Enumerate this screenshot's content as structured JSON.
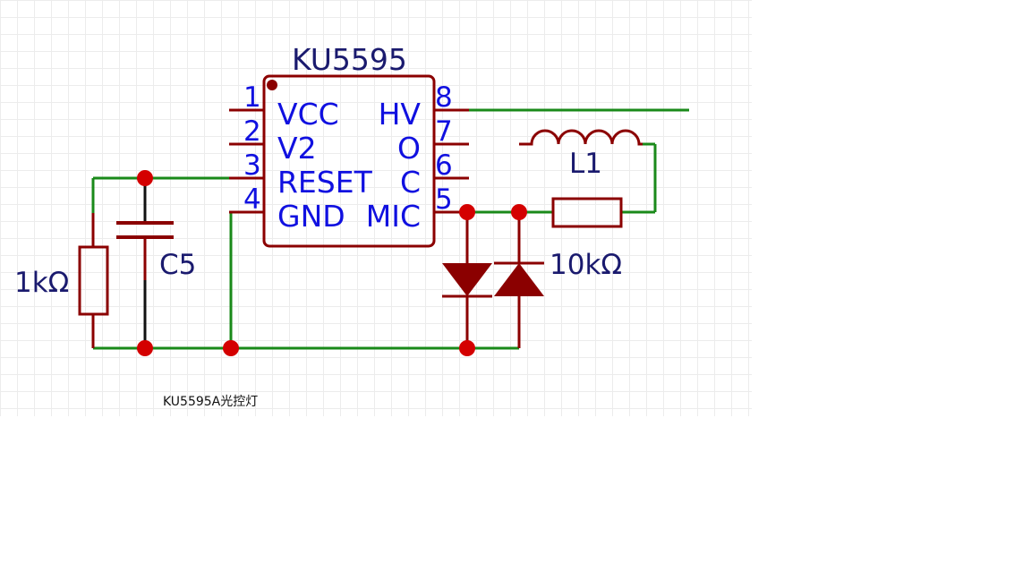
{
  "diagram": {
    "ic": {
      "name": "KU5595",
      "pins_left": [
        {
          "num": "1",
          "label": "VCC"
        },
        {
          "num": "2",
          "label": "V2"
        },
        {
          "num": "3",
          "label": "RESET"
        },
        {
          "num": "4",
          "label": "GND"
        }
      ],
      "pins_right": [
        {
          "num": "8",
          "label": "HV"
        },
        {
          "num": "7",
          "label": "O"
        },
        {
          "num": "6",
          "label": "C"
        },
        {
          "num": "5",
          "label": "MIC"
        }
      ]
    },
    "components": {
      "capacitor": "C5",
      "resistor_left": "1kΩ",
      "resistor_right": "10kΩ",
      "inductor": "L1"
    },
    "caption": "KU5595A光控灯",
    "colors": {
      "wire": "#1a8a1a",
      "component": "#8b0000",
      "junction": "#d40000",
      "pin_text": "#1010e0",
      "label_text": "#1a1a6e"
    }
  }
}
